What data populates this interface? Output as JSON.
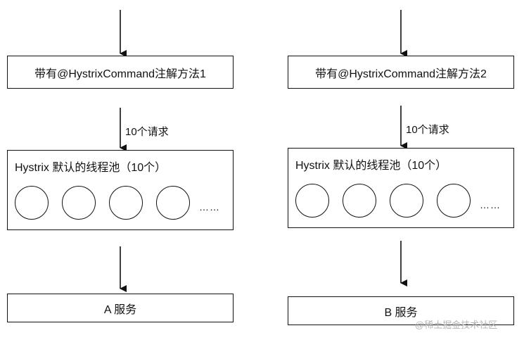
{
  "left": {
    "command_label": "带有@HystrixCommand注解方法1",
    "request_label": "10个请求",
    "pool_title": "Hystrix 默认的线程池（10个）",
    "ellipsis": "……",
    "service_label": "A 服务"
  },
  "right": {
    "command_label": "带有@HystrixCommand注解方法2",
    "request_label": "10个请求",
    "pool_title": "Hystrix 默认的线程池（10个）",
    "ellipsis": "……",
    "service_label": "B 服务"
  },
  "watermark": "@稀土掘金技术社区"
}
